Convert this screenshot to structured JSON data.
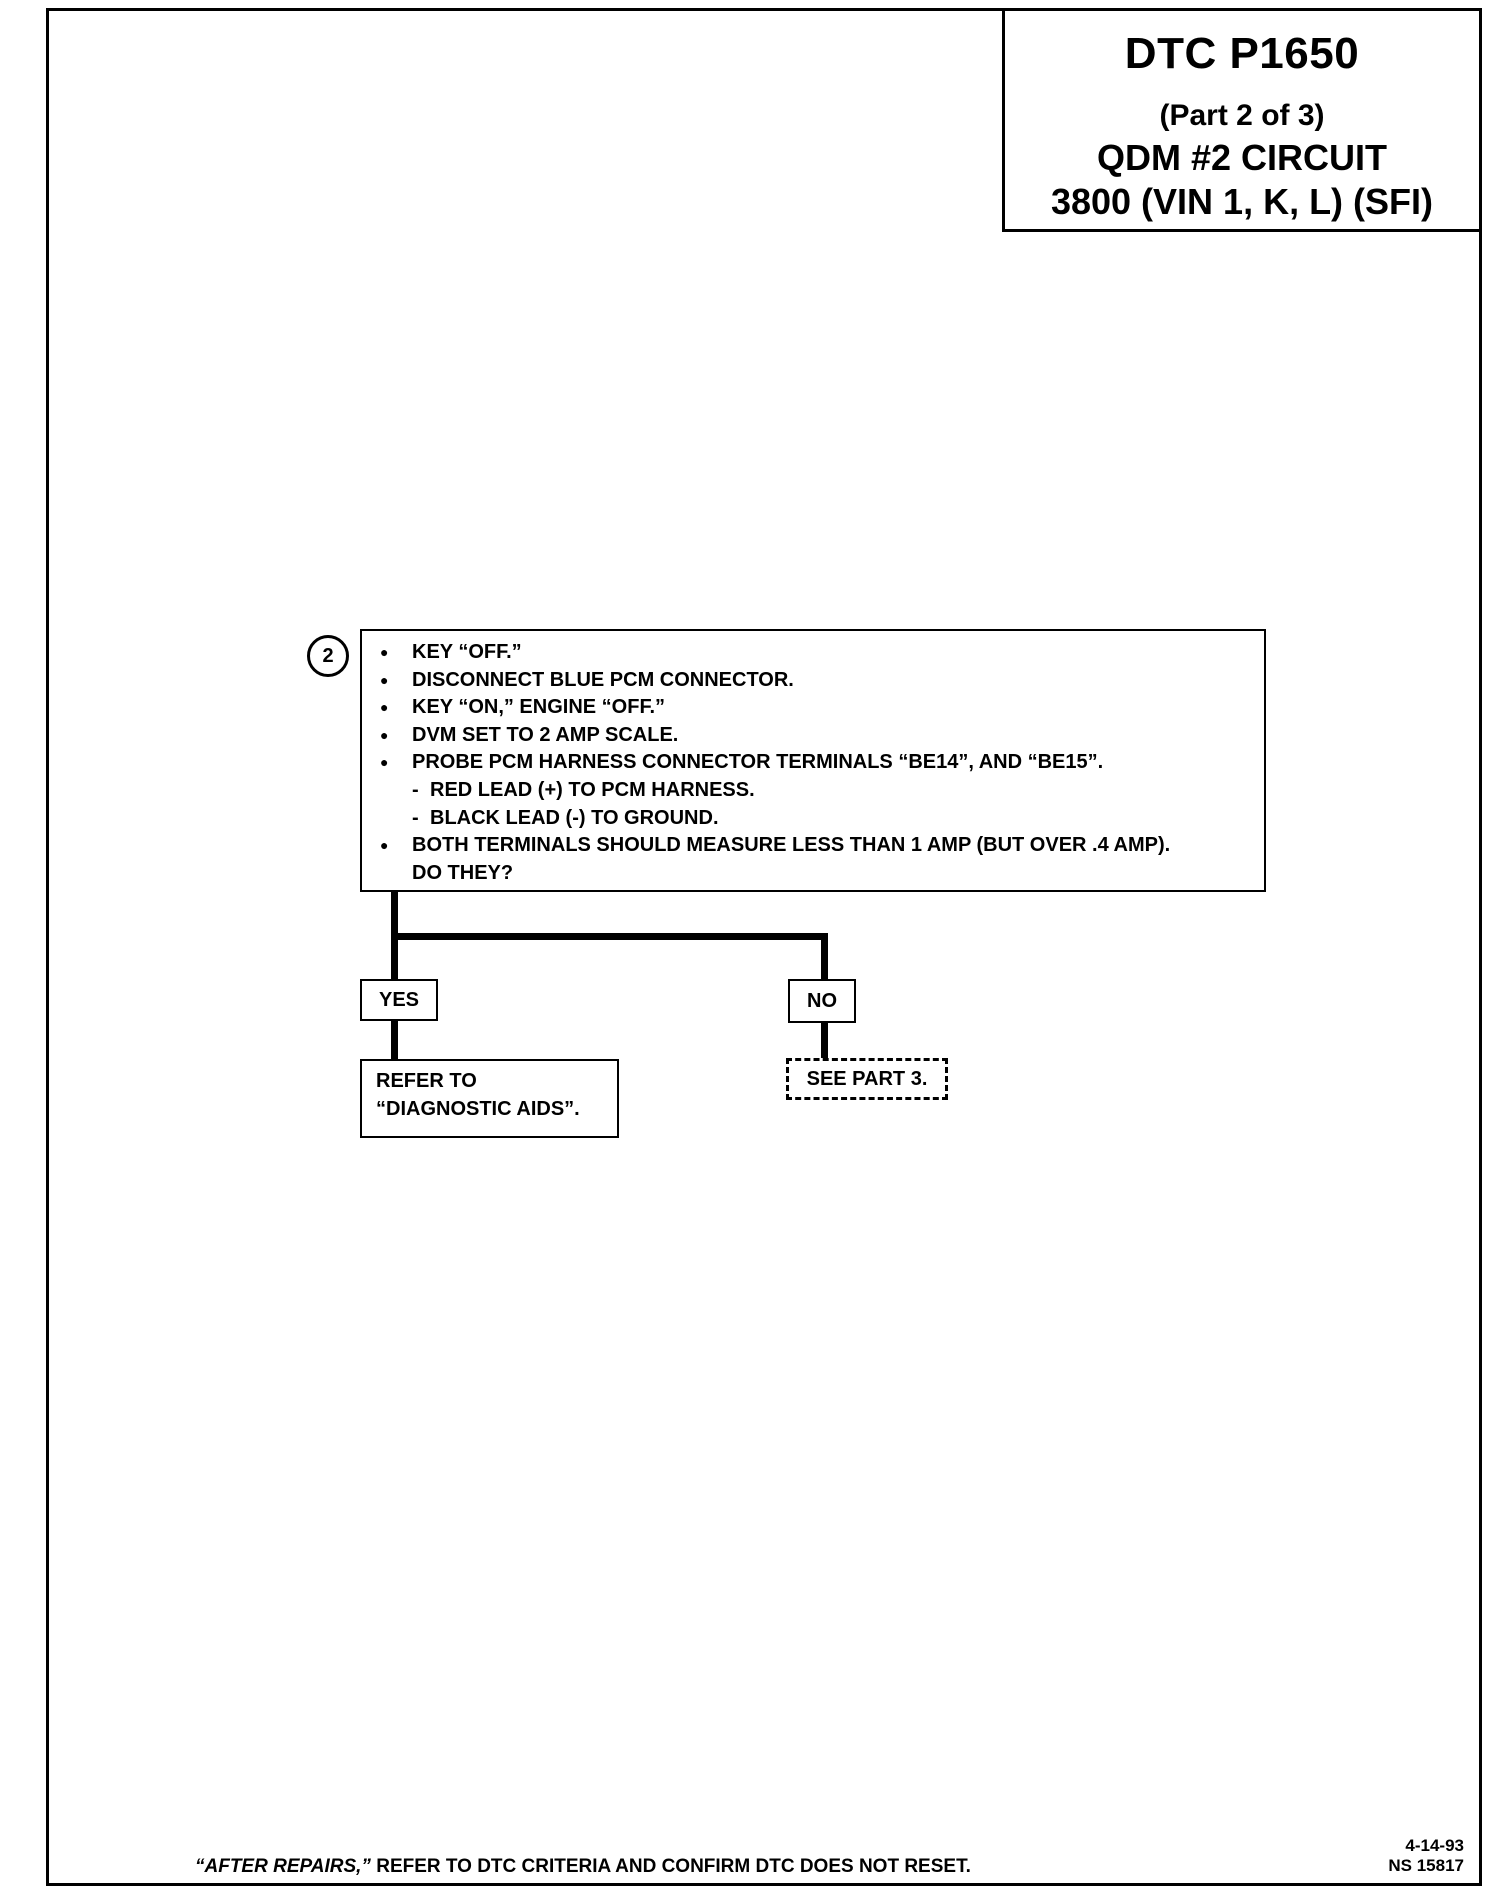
{
  "header": {
    "code": "DTC P1650",
    "part": "(Part  2 of 3)",
    "circuit": "QDM #2 CIRCUIT",
    "engine": "3800  (VIN 1, K, L)  (SFI)"
  },
  "step": {
    "number": "2",
    "lines": [
      {
        "kind": "b",
        "text": "KEY “OFF.”"
      },
      {
        "kind": "b",
        "text": "DISCONNECT BLUE PCM CONNECTOR."
      },
      {
        "kind": "b",
        "text": "KEY “ON,” ENGINE “OFF.”"
      },
      {
        "kind": "b",
        "text": "DVM SET TO 2 AMP SCALE."
      },
      {
        "kind": "b",
        "text": "PROBE PCM HARNESS CONNECTOR TERMINALS “BE14”, AND “BE15”."
      },
      {
        "kind": "s",
        "text": "RED LEAD (+) TO PCM HARNESS."
      },
      {
        "kind": "s",
        "text": "BLACK LEAD (-) TO GROUND."
      },
      {
        "kind": "b",
        "text": "BOTH TERMINALS SHOULD MEASURE LESS THAN 1 AMP (BUT OVER .4 AMP)."
      },
      {
        "kind": "c",
        "text": "DO THEY?"
      }
    ]
  },
  "branches": {
    "yes_label": "YES",
    "no_label": "NO",
    "yes_result_line1": "REFER TO",
    "yes_result_line2": "“DIAGNOSTIC AIDS”.",
    "no_result": "SEE PART 3."
  },
  "footer": {
    "note_em": "“AFTER REPAIRS,”",
    "note_rest": " REFER TO DTC CRITERIA AND CONFIRM DTC DOES NOT RESET.",
    "date": "4-14-93",
    "ref": "NS 15817"
  }
}
